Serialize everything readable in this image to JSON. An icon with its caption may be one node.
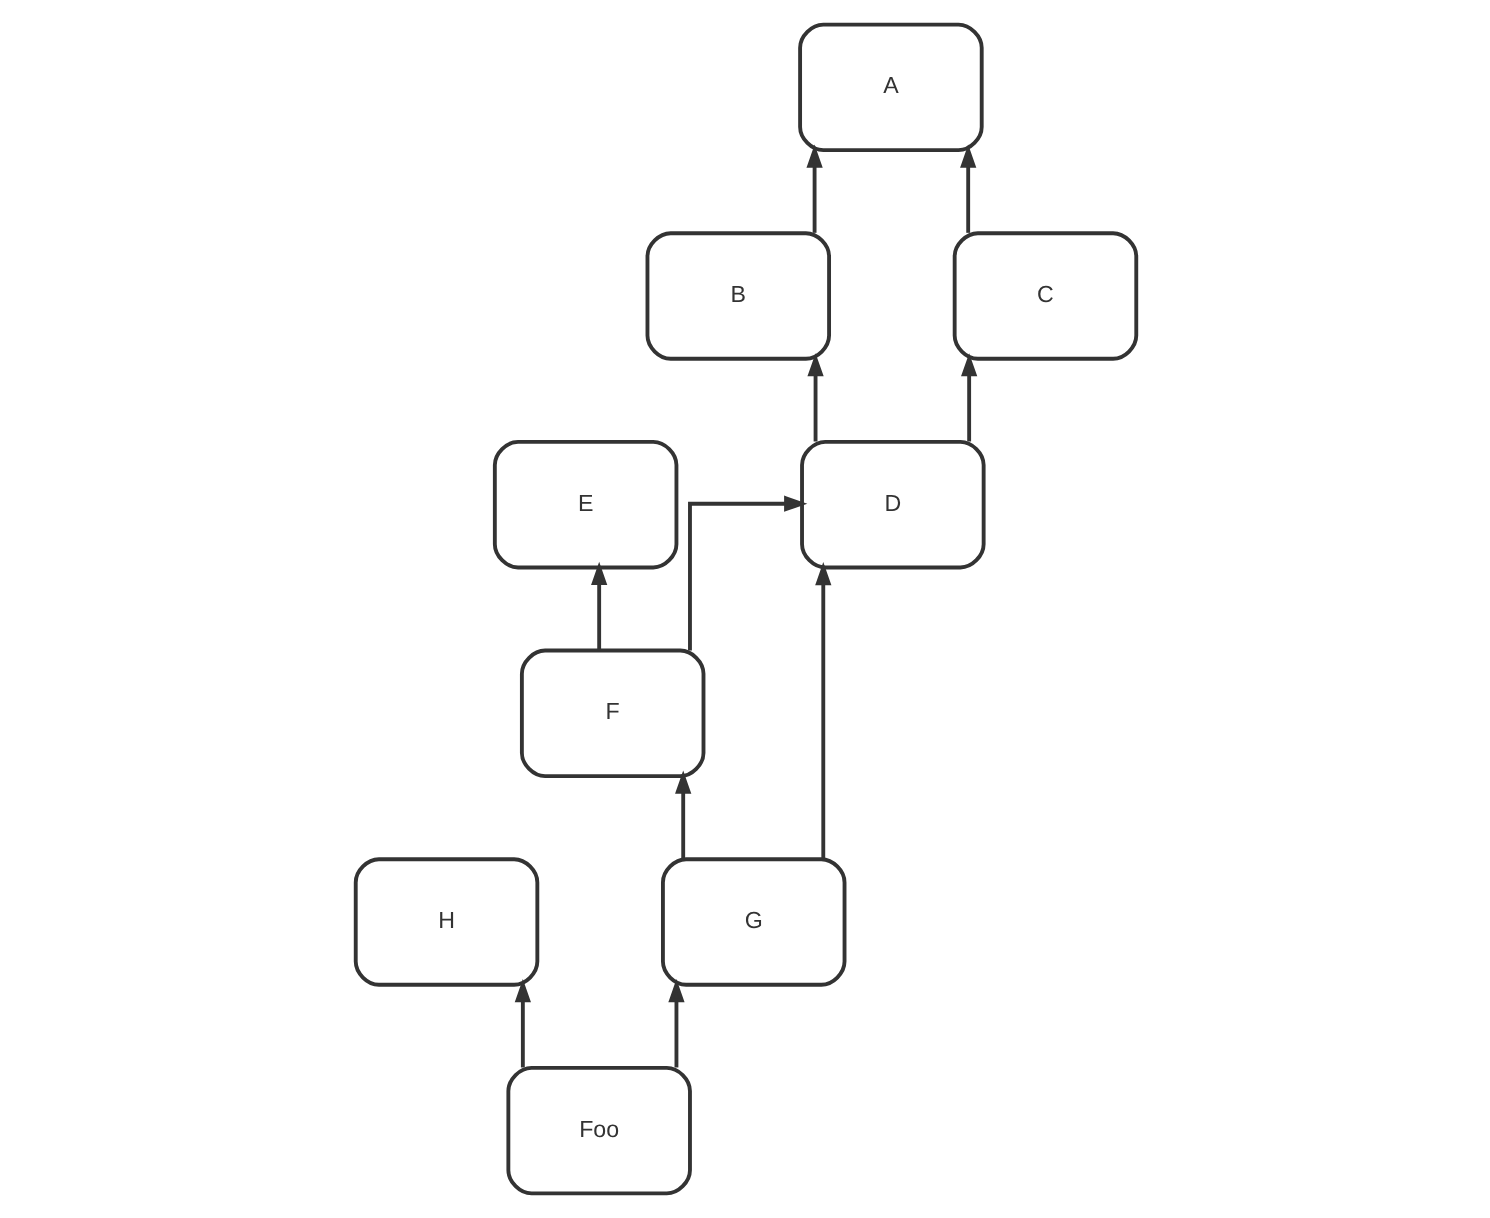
{
  "diagram": {
    "nodes": [
      {
        "text": [
          "A"
        ]
      },
      {
        "text": [
          "E"
        ]
      },
      {
        "text": [
          "B"
        ]
      },
      {
        "text": [
          "C"
        ]
      },
      {
        "text": [
          "F"
        ]
      },
      {
        "text": [
          "D"
        ]
      },
      {
        "text": [
          "H"
        ]
      },
      {
        "text": [
          "G"
        ]
      },
      {
        "text": [
          "Foo"
        ]
      }
    ],
    "edges": [
      {
        "from": 2,
        "to": 0,
        "arrow": "to"
      },
      {
        "from": 3,
        "to": 0,
        "arrow": "to"
      },
      {
        "from": 5,
        "to": 2,
        "arrow": "to"
      },
      {
        "from": 5,
        "to": 3,
        "arrow": "to"
      },
      {
        "from": 4,
        "to": 5,
        "arrow": "to"
      },
      {
        "from": 4,
        "to": 1,
        "arrow": "to"
      },
      {
        "from": 7,
        "to": 4,
        "arrow": "to"
      },
      {
        "from": 7,
        "to": 5,
        "arrow": "to"
      },
      {
        "from": 8,
        "to": 6,
        "arrow": "to"
      },
      {
        "from": 8,
        "to": 7,
        "arrow": "to"
      }
    ]
  }
}
